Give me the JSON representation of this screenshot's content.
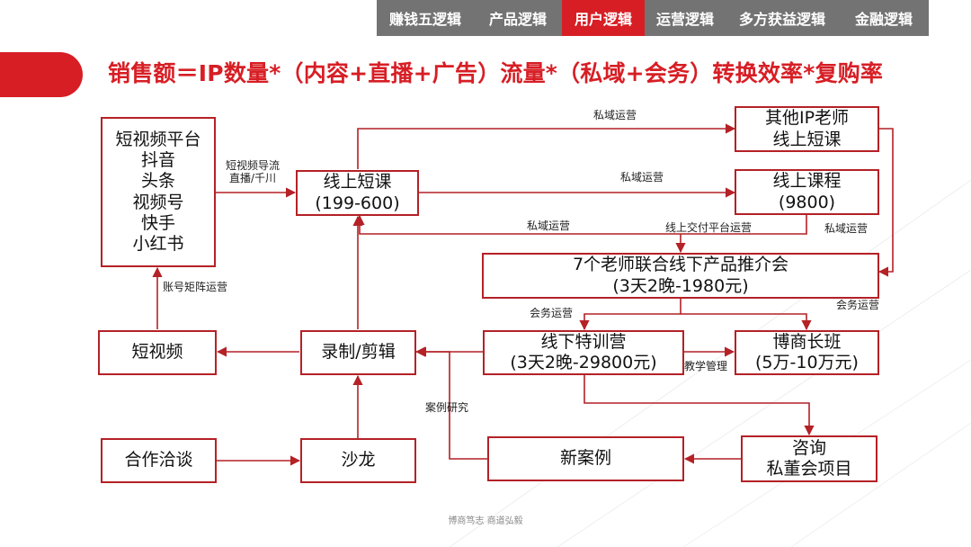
{
  "nav": {
    "tabs": [
      {
        "label": "赚钱五逻辑",
        "active": false
      },
      {
        "label": "产品逻辑",
        "active": false
      },
      {
        "label": "用户逻辑",
        "active": true
      },
      {
        "label": "运营逻辑",
        "active": false
      },
      {
        "label": "多方获益逻辑",
        "active": false
      },
      {
        "label": "金融逻辑",
        "active": false
      }
    ]
  },
  "title": "销售额＝IP数量*（内容+直播+广告）流量*（私域+会务）转换效率*复购率",
  "nodes": {
    "platforms": [
      "短视频平台",
      "抖音",
      "头条",
      "视频号",
      "快手",
      "小红书"
    ],
    "short_course": [
      "线上短课",
      "(199-600)"
    ],
    "other_ip": [
      "其他IP老师",
      "线上短课"
    ],
    "online_course": [
      "线上课程",
      "(9800)"
    ],
    "joint_meeting": [
      "7个老师联合线下产品推介会",
      "(3天2晚-1980元)"
    ],
    "short_video": "短视频",
    "record_edit": "录制/剪辑",
    "offline_camp": [
      "线下特训营",
      "(3天2晚-29800元)"
    ],
    "president_class": [
      "博商长班",
      "(5万-10万元)"
    ],
    "cooperation": "合作洽谈",
    "salon": "沙龙",
    "new_case": "新案例",
    "consulting": [
      "咨询",
      "私董会项目"
    ]
  },
  "labels": {
    "video_traffic": [
      "短视频导流",
      "直播/千川"
    ],
    "private_1": "私域运营",
    "private_2": "私域运营",
    "private_3": "私域运营",
    "private_4": "私域运营",
    "delivery_platform": "线上交付平台运营",
    "account_matrix": "账号矩阵运营",
    "meeting_ops_1": "会务运营",
    "meeting_ops_2": "会务运营",
    "teaching_mgmt": "教学管理",
    "case_study": "案例研究"
  },
  "footer": "博商笃志 商道弘毅",
  "colors": {
    "accent": "#d71e25",
    "border": "#b42126",
    "nav_bg": "#737373"
  }
}
